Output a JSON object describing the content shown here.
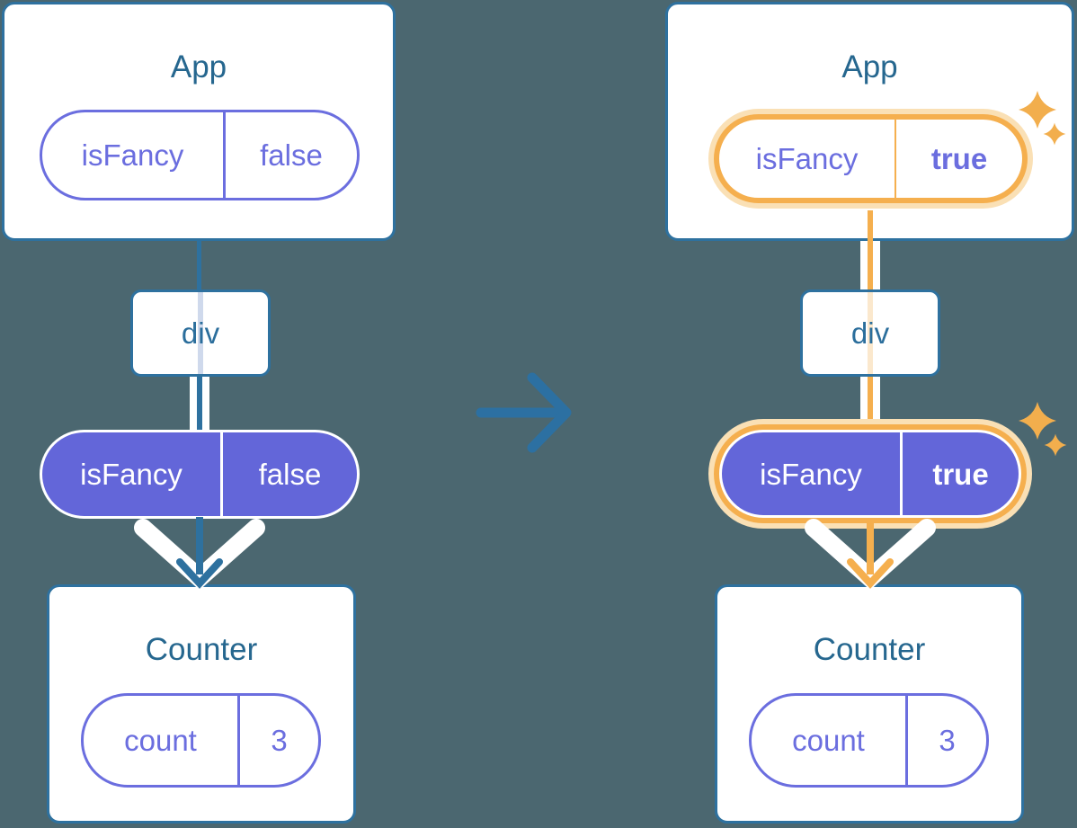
{
  "figure": {
    "description": "Component tree diagram shown before and after the isFancy prop changes",
    "background_color": "#4B6770"
  },
  "colors": {
    "card_border_blue": "#2E719F",
    "title_text_blue": "#26678F",
    "purple_outline": "#6B6EDF",
    "purple_fill": "#6366D9",
    "highlight_orange": "#F5AF4E",
    "highlight_orange_glow": "#FAE0B5",
    "context_line_pale_blue": "#CFD9EC",
    "context_line_pale_orange": "#FBE8CD",
    "transition_arrow_blue": "#2C70A2",
    "sparkle_orange": "#F2AE4D"
  },
  "before": {
    "app": {
      "title": "App",
      "prop_name": "isFancy",
      "prop_value": "false"
    },
    "div": {
      "label": "div"
    },
    "passed_prop": {
      "name": "isFancy",
      "value": "false"
    },
    "counter": {
      "title": "Counter",
      "state_name": "count",
      "state_value": "3"
    }
  },
  "after": {
    "app": {
      "title": "App",
      "prop_name": "isFancy",
      "prop_value": "true"
    },
    "div": {
      "label": "div"
    },
    "passed_prop": {
      "name": "isFancy",
      "value": "true"
    },
    "counter": {
      "title": "Counter",
      "state_name": "count",
      "state_value": "3"
    }
  }
}
